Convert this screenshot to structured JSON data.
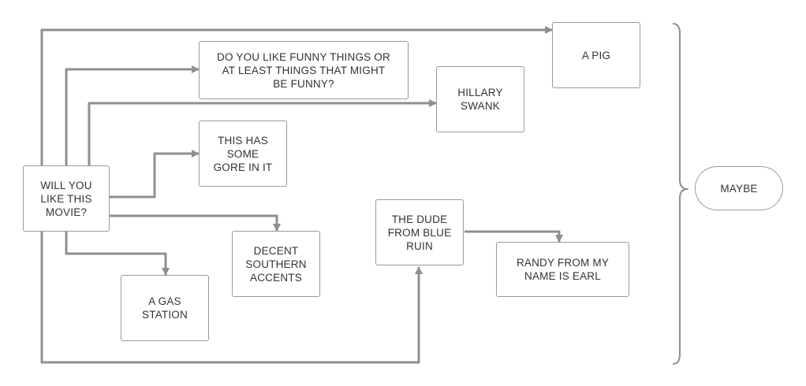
{
  "nodes": {
    "start": "WILL YOU\nLIKE THIS\nMOVIE?",
    "funny": "DO YOU LIKE FUNNY THINGS OR\nAT LEAST THINGS THAT MIGHT\nBE FUNNY?",
    "pig": "A PIG",
    "hillary": "HILLARY\nSWANK",
    "gore": "THIS HAS\nSOME\nGORE IN IT",
    "dude": "THE DUDE\nFROM BLUE\nRUIN",
    "accents": "DECENT\nSOUTHERN\nACCENTS",
    "randy": "RANDY FROM MY\nNAME IS EARL",
    "gas": "A GAS\nSTATION",
    "maybe": "MAYBE"
  },
  "colors": {
    "line": "#8f8f8f",
    "border": "#9a9a9a",
    "text": "#333333"
  }
}
